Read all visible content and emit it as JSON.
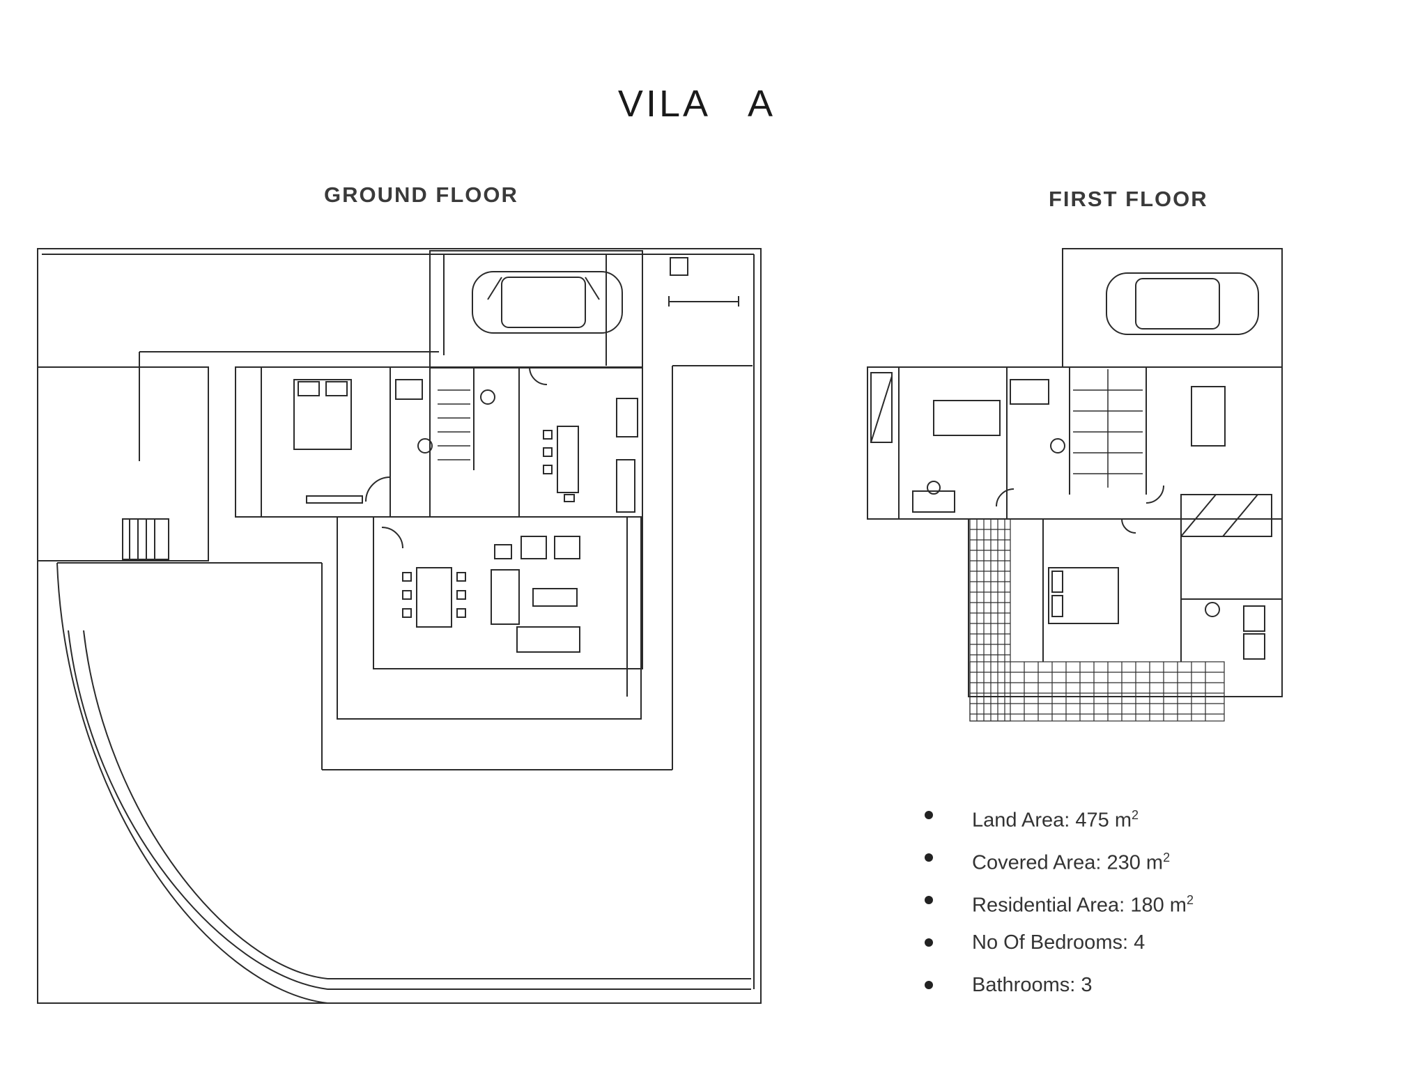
{
  "title": "VILA   A",
  "ground_floor": {
    "label": "GROUND  FLOOR"
  },
  "first_floor": {
    "label": "FIRST FLOOR"
  },
  "facts": [
    {
      "label": "Land Area:",
      "value": "475",
      "unit": "m",
      "sup": "2"
    },
    {
      "label": "Covered Area:",
      "value": "230",
      "unit": "m",
      "sup": "2"
    },
    {
      "label": "Residential Area:",
      "value": "180",
      "unit": "m",
      "sup": "2"
    },
    {
      "label": "No Of Bedrooms:",
      "value": "4"
    },
    {
      "label": "Bathrooms:",
      "value": "3"
    }
  ],
  "colors": {
    "wall": "#2a2a2a",
    "interior_line": "#3b3f8f",
    "text": "#333333"
  }
}
